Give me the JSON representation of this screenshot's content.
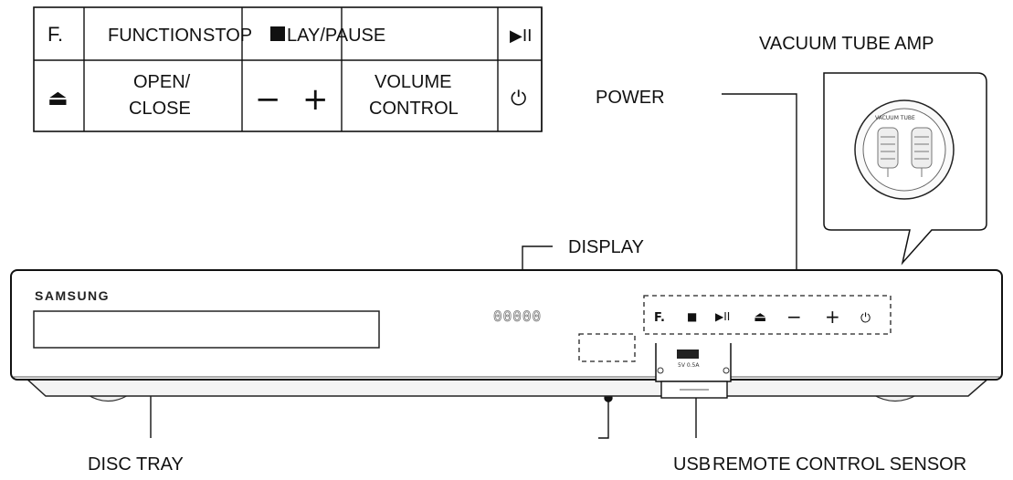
{
  "key_table": {
    "row1": {
      "function_symbol": "F.",
      "function_label": "FUNCTION",
      "stop_label": "STOP",
      "play_pause_label": "LAY/PAUSE",
      "play_pause_symbol": "▶II"
    },
    "row2": {
      "eject_symbol": "⏏",
      "open_close_line1": "OPEN/",
      "open_close_line2": "CLOSE",
      "volume_minus_symbol": "−",
      "volume_plus_symbol": "+",
      "volume_line1": "VOLUME",
      "volume_line2": "CONTROL",
      "power_symbol": "⏻",
      "power_label": "POWER"
    }
  },
  "callouts": {
    "vacuum_tube_amp": "VACUUM TUBE AMP",
    "display": "DISPLAY",
    "disc_tray": "DISC TRAY",
    "usb": "USB",
    "remote_sensor": "REMOTE CONTROL SENSOR"
  },
  "device": {
    "brand": "SAMSUNG",
    "display_readout": "00000",
    "usb_port_text": "5V 0.5A",
    "tube_ring_text": "VACUUM TUBE",
    "panel_buttons": {
      "function": "F.",
      "stop": "■",
      "play_pause": "▶II",
      "eject": "⏏",
      "minus": "−",
      "plus": "+",
      "power": "⏻"
    }
  }
}
